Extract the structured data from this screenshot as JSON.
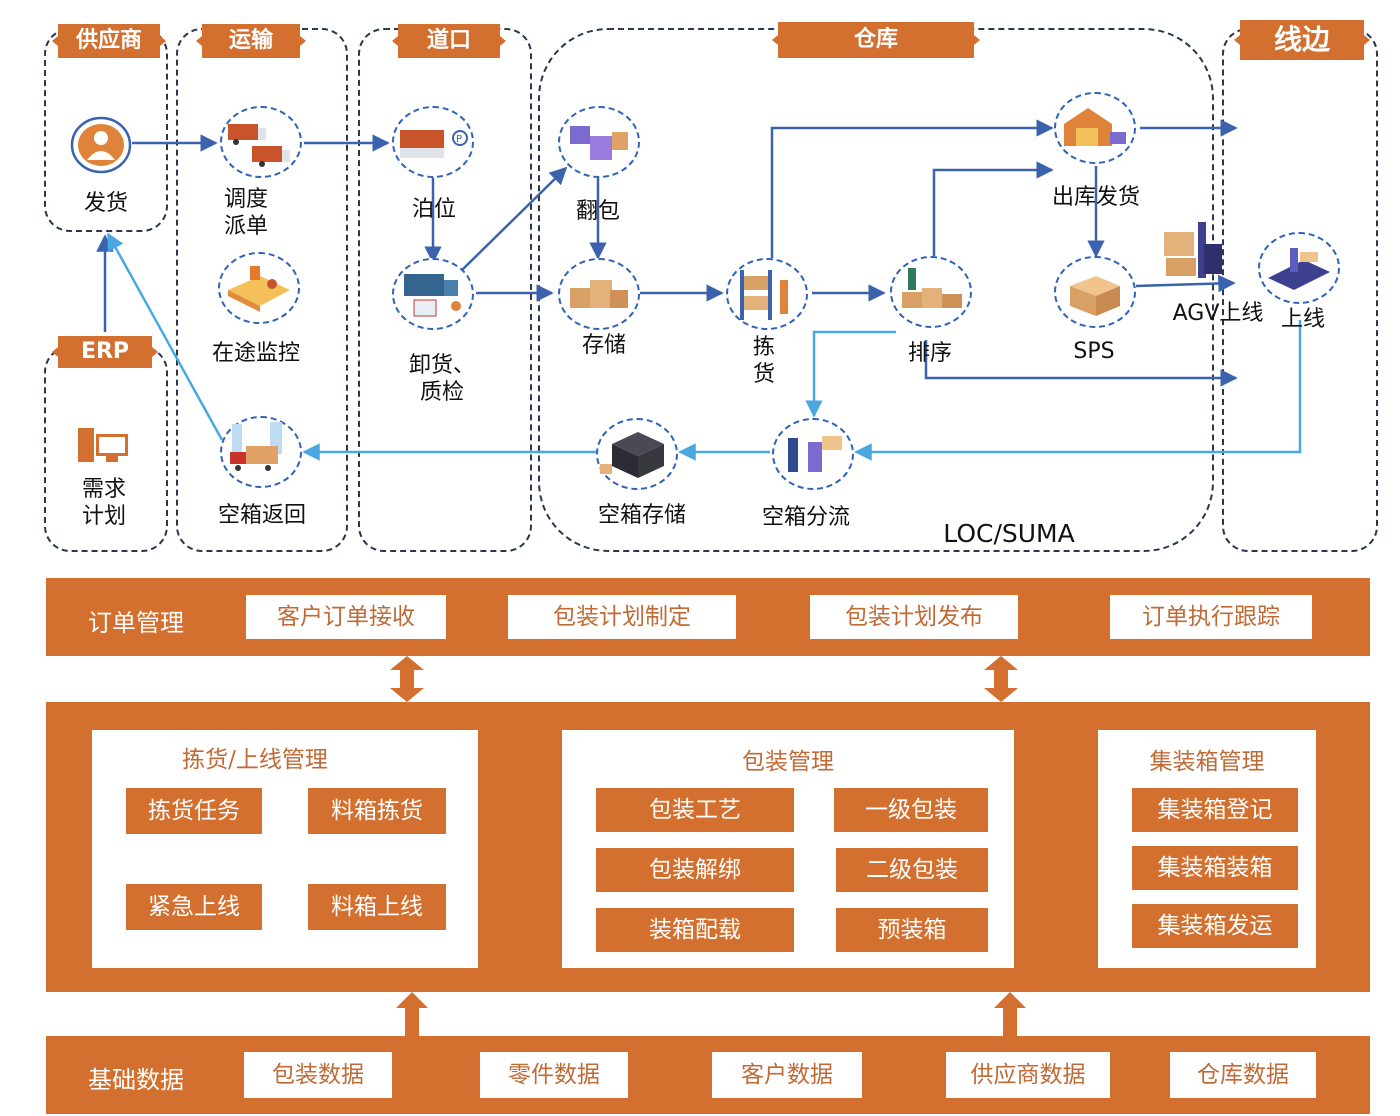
{
  "flow": {
    "zones": {
      "supplier": "供应商",
      "transport": "运输",
      "dock": "道口",
      "warehouse": "仓库",
      "lineside": "线边",
      "erp": "ERP"
    },
    "nodes": {
      "ship": "发货",
      "dispatch": "调度\n派单",
      "in_transit": "在途监控",
      "empty_return": "空箱返回",
      "berth": "泊位",
      "unload": "卸货、\n质检",
      "repack": "翻包",
      "storage": "存储",
      "pick": "拣\n货",
      "sequence": "排序",
      "outbound": "出库发货",
      "sps": "SPS",
      "agv": "AGV上线",
      "online": "上线",
      "empty_storage": "空箱存储",
      "empty_sort": "空箱分流",
      "demand_plan": "需求\n计划"
    },
    "system_label": "LOC/SUMA"
  },
  "order_mgmt": {
    "label": "订单管理",
    "items": [
      "客户订单接收",
      "包装计划制定",
      "包装计划发布",
      "订单执行跟踪"
    ]
  },
  "middle": {
    "picking": {
      "title": "拣货/上线管理",
      "items": [
        "拣货任务",
        "料箱拣货",
        "紧急上线",
        "料箱上线"
      ]
    },
    "packaging": {
      "title": "包装管理",
      "items": [
        "包装工艺",
        "一级包装",
        "包装解绑",
        "二级包装",
        "装箱配载",
        "预装箱"
      ]
    },
    "container": {
      "title": "集装箱管理",
      "items": [
        "集装箱登记",
        "集装箱装箱",
        "集装箱发运"
      ]
    }
  },
  "base_data": {
    "label": "基础数据",
    "items": [
      "包装数据",
      "零件数据",
      "客户数据",
      "供应商数据",
      "仓库数据"
    ]
  },
  "colors": {
    "accent": "#d3702f",
    "flow_blue": "#3b62ad",
    "return_blue": "#4aa8e0"
  }
}
